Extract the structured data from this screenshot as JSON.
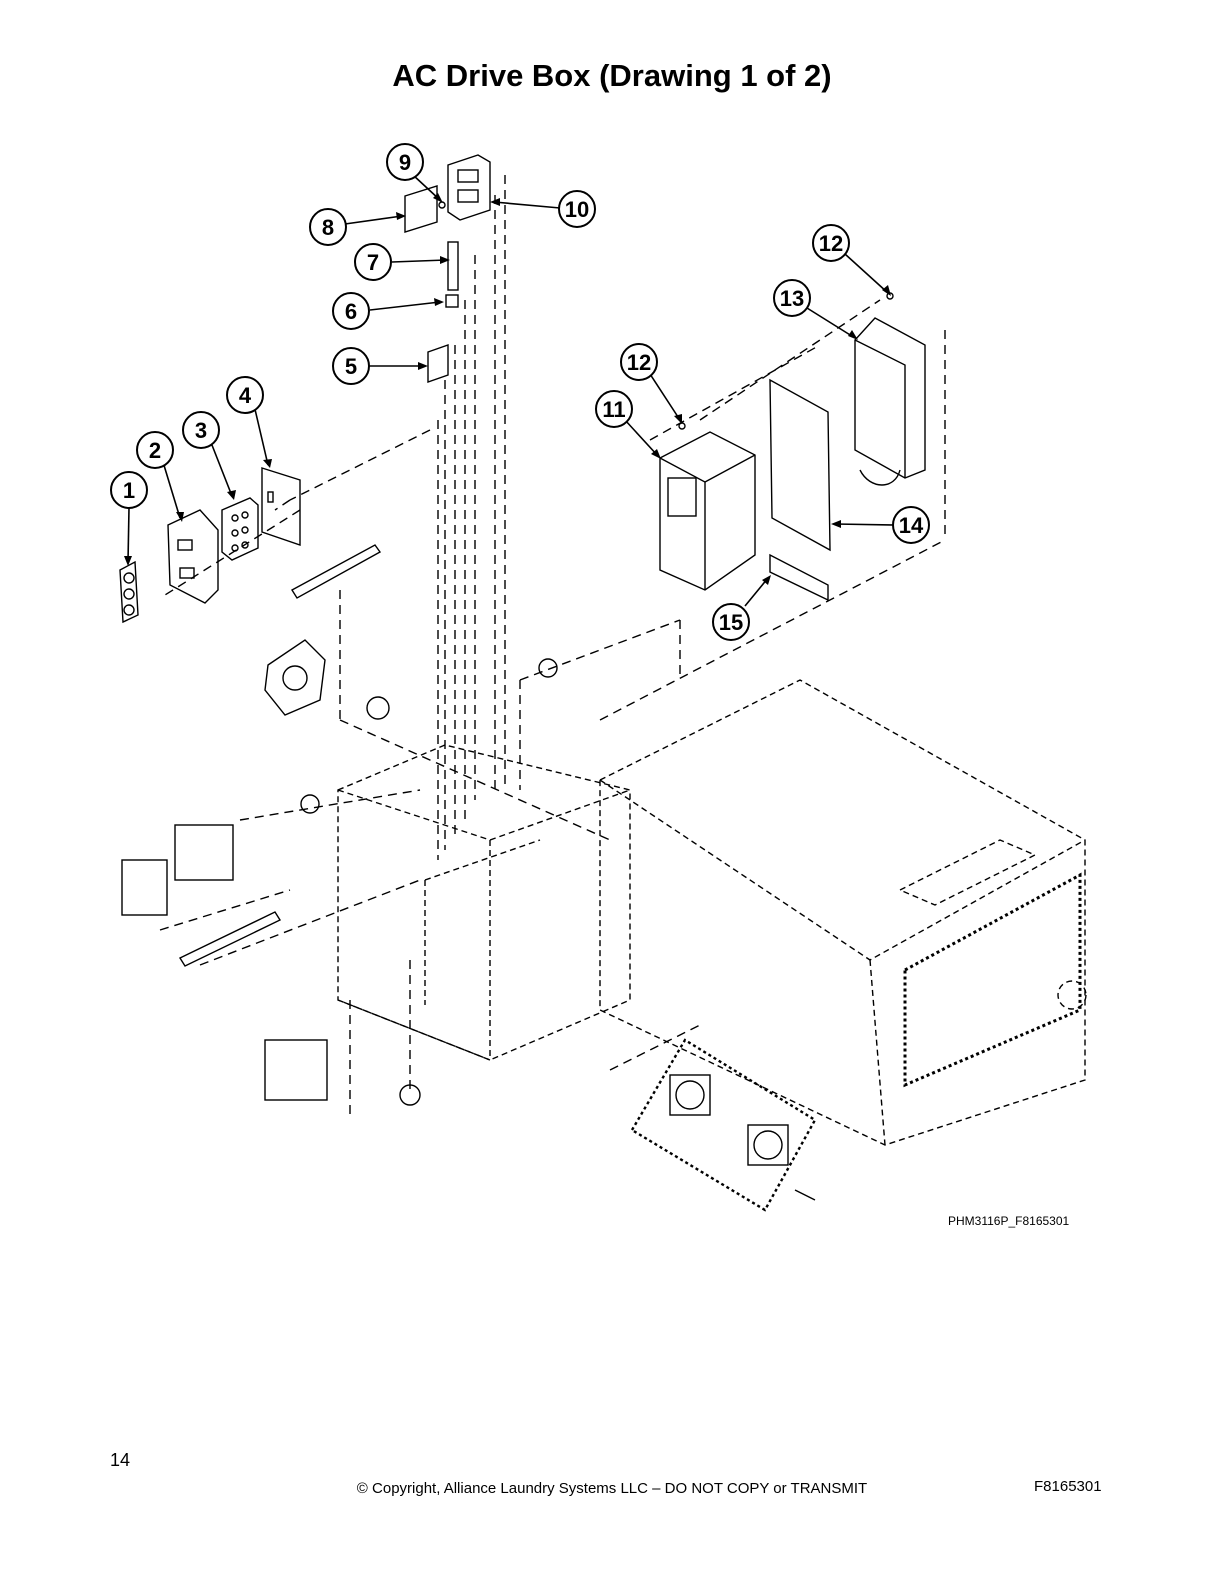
{
  "title": "AC Drive Box (Drawing 1 of 2)",
  "callouts": [
    "1",
    "2",
    "3",
    "4",
    "5",
    "6",
    "7",
    "8",
    "9",
    "10",
    "11",
    "12",
    "12",
    "13",
    "14",
    "15"
  ],
  "drawing_ref": "PHM3116P_F8165301",
  "footer": {
    "page_number": "14",
    "copyright": "© Copyright, Alliance Laundry Systems LLC – DO NOT COPY or TRANSMIT",
    "doc_code": "F8165301"
  }
}
